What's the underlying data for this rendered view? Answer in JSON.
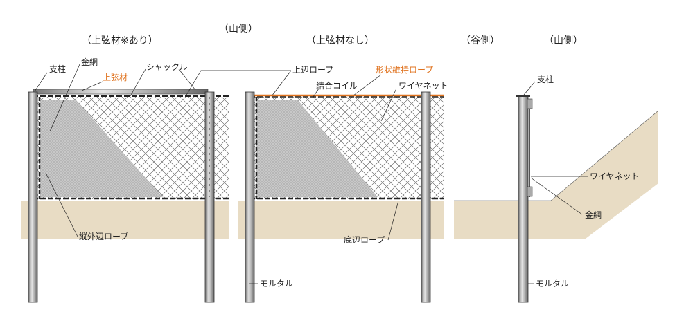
{
  "headings": {
    "mountain_side_top": "（山側）",
    "with_top_chord": "（上弦材※あり）",
    "without_top_chord": "（上弦材なし）",
    "valley_side": "（谷側）",
    "mountain_side_right": "（山側）"
  },
  "labels": {
    "post_1": "支柱",
    "wire_mesh_1": "金網",
    "top_chord": "上弦材",
    "shackle": "シャックル",
    "top_edge_rope": "上辺ロープ",
    "shape_keeping_rope": "形状維持ロープ",
    "coupling_coil": "結合コイル",
    "wire_net_1": "ワイヤネット",
    "vertical_edge_rope": "縦外辺ロープ",
    "bottom_edge_rope": "底辺ロープ",
    "mortar_1": "モルタル",
    "post_2": "支柱",
    "wire_net_2": "ワイヤネット",
    "wire_mesh_2": "金網",
    "mortar_2": "モルタル"
  },
  "colors": {
    "accent": "#e0731f",
    "ground": "#e8dcc4",
    "post": "#b8b8b8",
    "mesh_shade": "#c8c8c8"
  }
}
